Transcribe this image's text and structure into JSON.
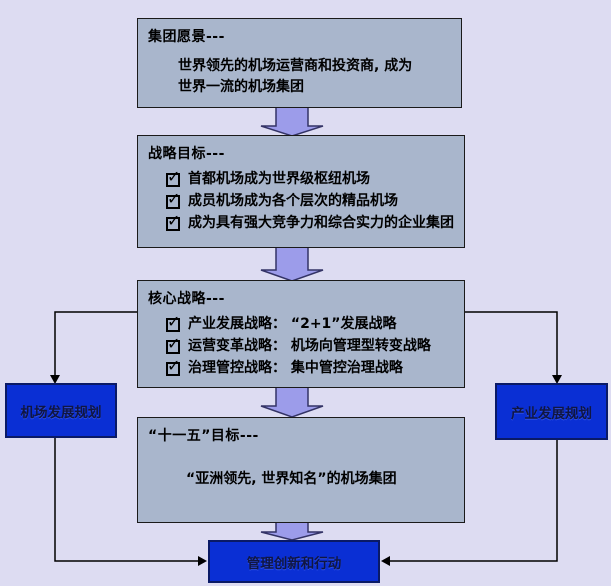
{
  "colors": {
    "background": "#dddcf2",
    "box_fill": "#a9b6cc",
    "box_border": "#1a1a1a",
    "flow_arrow_fill": "#9c9cea",
    "flow_arrow_border": "#333366",
    "blue_box_fill": "#0a2fd4",
    "blue_box_border": "#0a1a66",
    "connector_color": "#000000"
  },
  "vision": {
    "title": "集团愿景---",
    "line1": "世界领先的机场运营商和投资商, 成为",
    "line2": "世界一流的机场集团"
  },
  "goals": {
    "title": "战略目标---",
    "items": [
      "首都机场成为世界级枢纽机场",
      "成员机场成为各个层次的精品机场",
      "成为具有强大竞争力和综合实力的企业集团"
    ]
  },
  "core": {
    "title": "核心战略---",
    "items": [
      "产业发展战略： “2+1”发展战略",
      "运营变革战略： 机场向管理型转变战略",
      "治理管控战略： 集中管控治理战略"
    ]
  },
  "five_year": {
    "title": "“十一五”目标---",
    "body": "“亚洲领先, 世界知名”的机场集团"
  },
  "side_left": {
    "label": "机场发展规划"
  },
  "side_right": {
    "label": "产业发展规划"
  },
  "action": {
    "label": "管理创新和行动"
  }
}
